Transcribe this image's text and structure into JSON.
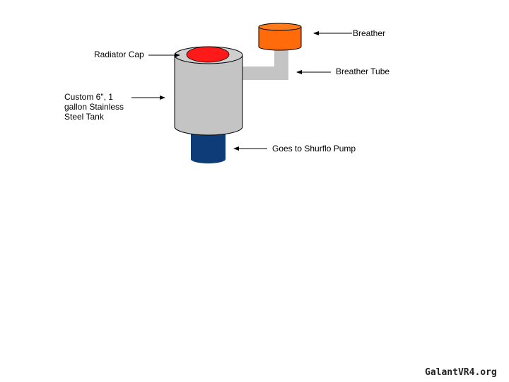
{
  "diagram": {
    "labels": {
      "radiator_cap": "Radiator Cap",
      "tank_line1": "Custom 6\", 1",
      "tank_line2": "gallon Stainless",
      "tank_line3": "Steel Tank",
      "breather": "Breather",
      "breather_tube": "Breather Tube",
      "pump": "Goes to Shurflo Pump"
    },
    "colors": {
      "tank": "#c4c4c4",
      "cap": "#ff1a1a",
      "breather": "#ff6a0a",
      "tube": "#c4c4c4",
      "outlet": "#0d3c78"
    }
  },
  "watermark": "GalantVR4.org"
}
